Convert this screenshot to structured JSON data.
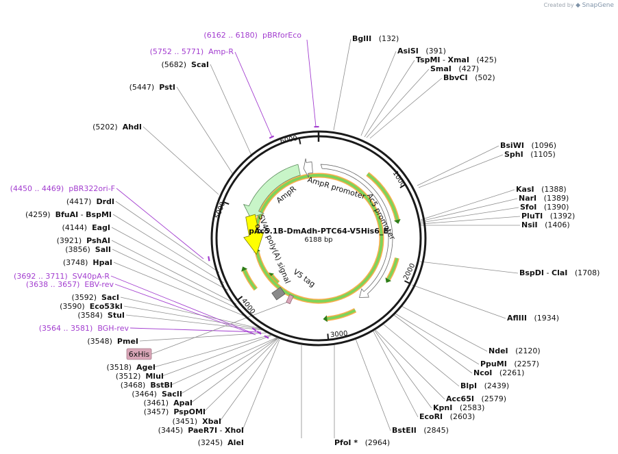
{
  "brand": {
    "created_by": "Created by",
    "app": "SnapGene"
  },
  "plasmid": {
    "name": "pAc5.1B-DmAdh-PTC64-V5His6_E",
    "size_label": "6188 bp"
  },
  "ticks": [
    "1000",
    "2000",
    "3000",
    "4000",
    "5000",
    "6000"
  ],
  "features": {
    "ampr": "AmpR",
    "ampr_promoter": "AmpR promoter",
    "ac5_promoter": "Ac5 promoter",
    "ori": "ori",
    "sv40": "SV40 poly(A) signal",
    "v5": "V5 tag"
  },
  "enzymes": [
    {
      "name": "BglII",
      "pos": "(132)"
    },
    {
      "name": "AsiSI",
      "pos": "(391)"
    },
    {
      "name": "TspMI",
      "sep": " - ",
      "alt": "XmaI",
      "pos": "(425)"
    },
    {
      "name": "SmaI",
      "pos": "(427)"
    },
    {
      "name": "BbvCI",
      "pos": "(502)"
    },
    {
      "name": "BsiWI",
      "pos": "(1096)"
    },
    {
      "name": "SphI",
      "pos": "(1105)"
    },
    {
      "name": "KasI",
      "pos": "(1388)"
    },
    {
      "name": "NarI",
      "pos": "(1389)"
    },
    {
      "name": "SfoI",
      "pos": "(1390)"
    },
    {
      "name": "PluTI",
      "pos": "(1392)"
    },
    {
      "name": "NsiI",
      "pos": "(1406)"
    },
    {
      "name": "BspDI",
      "sep": " - ",
      "alt": "ClaI",
      "pos": "(1708)"
    },
    {
      "name": "AflIII",
      "pos": "(1934)"
    },
    {
      "name": "NdeI",
      "pos": "(2120)"
    },
    {
      "name": "PpuMI",
      "pos": "(2257)"
    },
    {
      "name": "NcoI",
      "pos": "(2261)"
    },
    {
      "name": "BlpI",
      "pos": "(2439)"
    },
    {
      "name": "Acc65I",
      "pos": "(2579)"
    },
    {
      "name": "KpnI",
      "pos": "(2583)"
    },
    {
      "name": "EcoRI",
      "pos": "(2603)"
    },
    {
      "name": "BstEII",
      "pos": "(2845)"
    },
    {
      "name": "PfoI *",
      "pos": "(2964)"
    },
    {
      "name": "AleI",
      "pos": "(3245)"
    },
    {
      "name": "PaeR7I",
      "sep": " - ",
      "alt": "XhoI",
      "pos": "(3445)"
    },
    {
      "name": "XbaI",
      "pos": "(3451)"
    },
    {
      "name": "PspOMI",
      "pos": "(3457)"
    },
    {
      "name": "ApaI",
      "pos": "(3461)"
    },
    {
      "name": "SacII",
      "pos": "(3464)"
    },
    {
      "name": "BstBI",
      "pos": "(3468)"
    },
    {
      "name": "MluI",
      "pos": "(3512)"
    },
    {
      "name": "AgeI",
      "pos": "(3518)"
    },
    {
      "name": "PmeI",
      "pos": "(3548)"
    },
    {
      "name": "StuI",
      "pos": "(3584)"
    },
    {
      "name": "Eco53kI",
      "pos": "(3590)"
    },
    {
      "name": "SacI",
      "pos": "(3592)"
    },
    {
      "name": "HpaI",
      "pos": "(3748)"
    },
    {
      "name": "SalI",
      "pos": "(3856)"
    },
    {
      "name": "PshAI",
      "pos": "(3921)"
    },
    {
      "name": "EagI",
      "pos": "(4144)"
    },
    {
      "name": "BfuAI",
      "sep": " - ",
      "alt": "BspMI",
      "pos": "(4259)"
    },
    {
      "name": "DrdI",
      "pos": "(4417)"
    },
    {
      "name": "AhdI",
      "pos": "(5202)"
    },
    {
      "name": "PstI",
      "pos": "(5447)"
    },
    {
      "name": "ScaI",
      "pos": "(5682)"
    }
  ],
  "primers": [
    {
      "range": "(6162 .. 6180)",
      "name": "pBRforEco"
    },
    {
      "range": "(5752 .. 5771)",
      "name": "Amp-R"
    },
    {
      "range": "(4450 .. 4469)",
      "name": "pBR322ori-F"
    },
    {
      "range": "(3692 .. 3711)",
      "name": "SV40pA-R"
    },
    {
      "range": "(3638 .. 3657)",
      "name": "EBV-rev"
    },
    {
      "range": "(3564 .. 3581)",
      "name": "BGH-rev"
    }
  ],
  "sixhis": "6xHis",
  "colors": {
    "backbone": "#1a1a1a",
    "primer": "#a23ccf",
    "ampr": "#c8f5c8",
    "ori": "#ffff00",
    "cds_glow": "#ff9e2c",
    "cds_fill": "#7fd35a",
    "v5": "#8a8a8a",
    "his": "#d9a6b8"
  }
}
